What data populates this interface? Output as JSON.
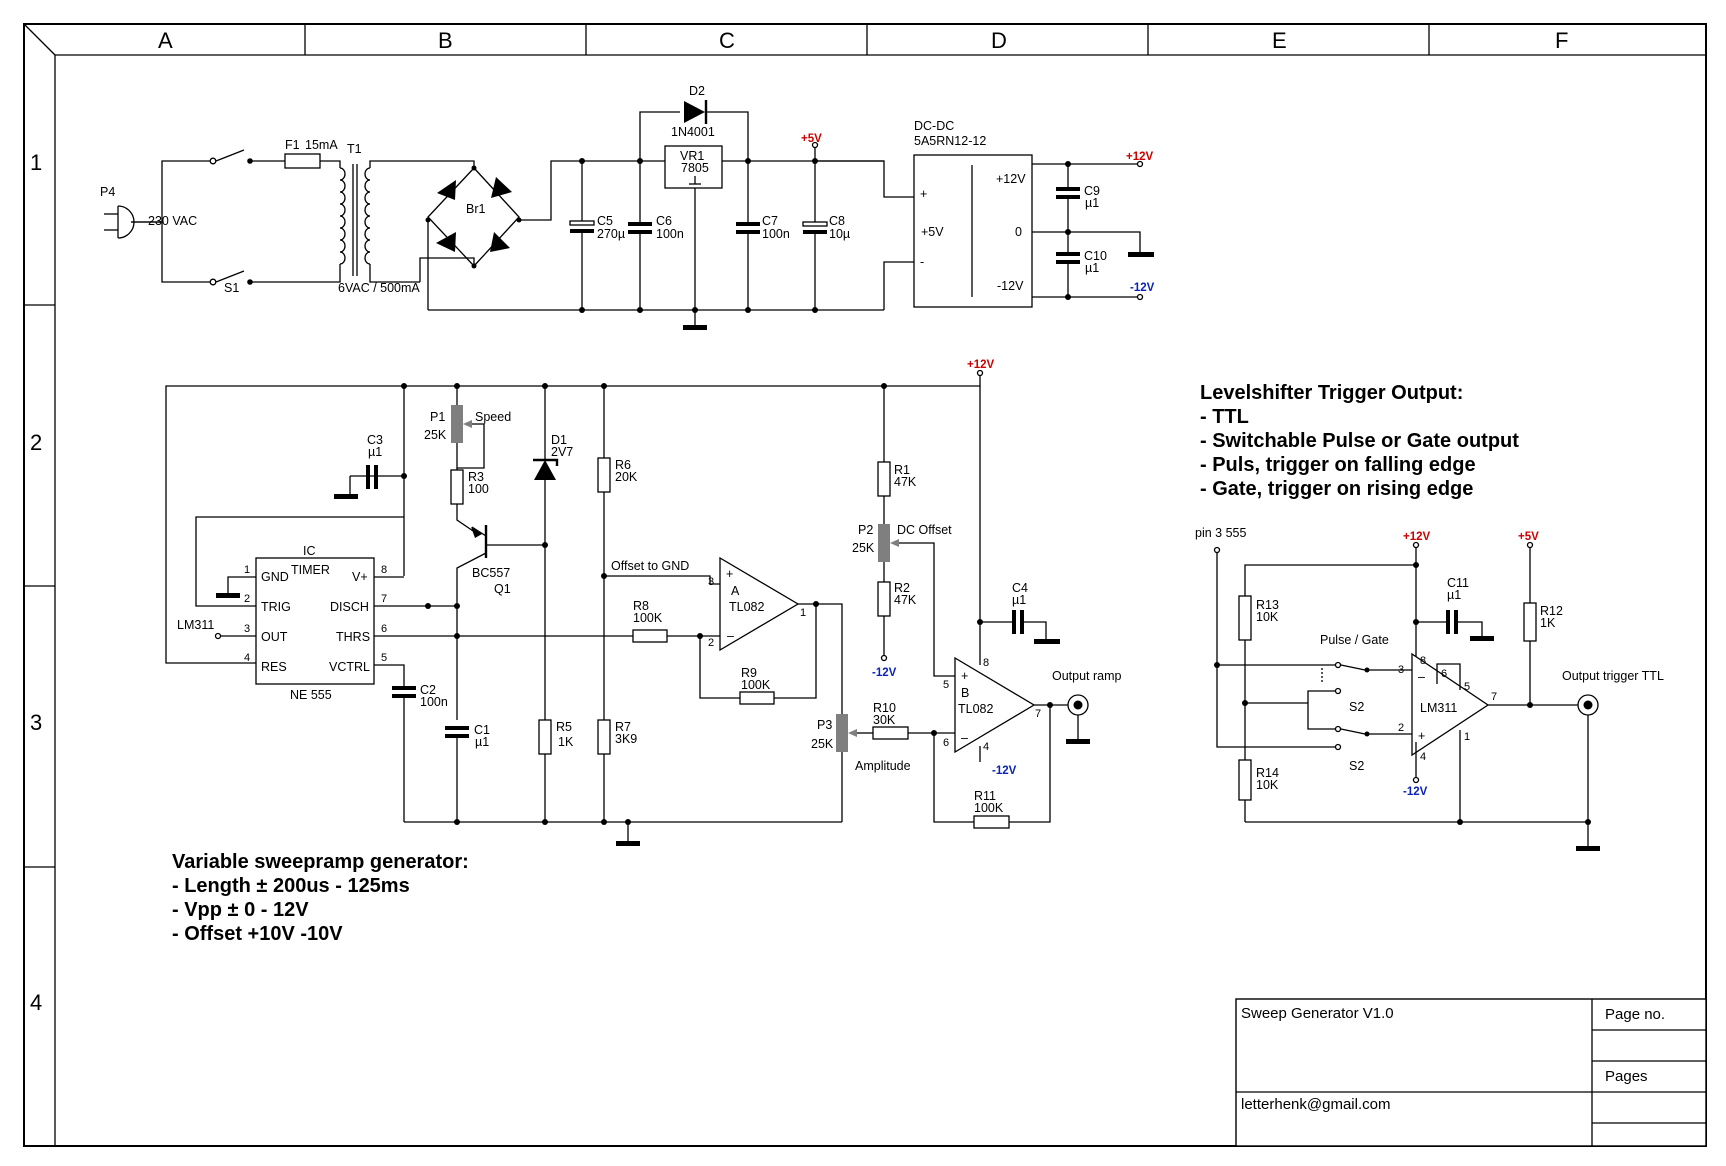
{
  "frame": {
    "columns": [
      "A",
      "B",
      "C",
      "D",
      "E",
      "F"
    ],
    "rows": [
      "1",
      "2",
      "3",
      "4"
    ]
  },
  "rails": {
    "p5v": "+5V",
    "p12v": "+12V",
    "m12v": "-12V"
  },
  "rail_colors": {
    "positive": "#cc0000",
    "negative": "#0a22b8"
  },
  "power_supply": {
    "plug": "P4",
    "mains": "230 VAC",
    "fuse": "F1",
    "fuse_value": "15mA",
    "transformer": "T1",
    "transformer_value": "6VAC / 500mA",
    "switch": "S1",
    "bridge": "Br1",
    "c5": "C5",
    "c5_value": "270µ",
    "c6": "C6",
    "c6_value": "100n",
    "regulator": "VR1",
    "regulator_type": "7805",
    "diode": "D2",
    "diode_type": "1N4001",
    "c7": "C7",
    "c7_value": "100n",
    "c8": "C8",
    "c8_value": "10µ",
    "dcdc_title": "DC-DC",
    "dcdc_part": "5A5RN12-12",
    "dcdc_plus": "+",
    "dcdc_minus": "-",
    "dcdc_in": "+5V",
    "dcdc_out_pos": "+12V",
    "dcdc_out_zero": "0",
    "dcdc_out_neg": "-12V",
    "c9": "C9",
    "c9_value": "µ1",
    "c10": "C10",
    "c10_value": "µ1"
  },
  "sweep": {
    "p1": "P1",
    "p1_value": "25K",
    "p1_name": "Speed",
    "c3": "C3",
    "c3_value": "µ1",
    "r3": "R3",
    "r3_value": "100",
    "d1": "D1",
    "d1_value": "2V7",
    "q1": "Q1",
    "q1_type": "BC557",
    "ic_title": "IC",
    "ic_name": "TIMER",
    "ic_type": "NE 555",
    "pin_gnd": "GND",
    "pin_trig": "TRIG",
    "pin_out": "OUT",
    "pin_res": "RES",
    "pin_vp": "V+",
    "pin_disch": "DISCH",
    "pin_thrs": "THRS",
    "pin_vctrl": "VCTRL",
    "n1": "1",
    "n2": "2",
    "n3": "3",
    "n4": "4",
    "n5": "5",
    "n6": "6",
    "n7": "7",
    "n8": "8",
    "lm311_ref": "LM311",
    "c2": "C2",
    "c2_value": "100n",
    "c1": "C1",
    "c1_value": "µ1",
    "r5": "R5",
    "r5_value": "1K",
    "r6": "R6",
    "r6_value": "20K",
    "r7": "R7",
    "r7_value": "3K9",
    "offset_gnd": "Offset to GND",
    "r8": "R8",
    "r8_value": "100K",
    "opa": "A",
    "opa_type": "TL082",
    "r9": "R9",
    "r9_value": "100K",
    "p3": "P3",
    "p3_value": "25K",
    "p3_name": "Amplitude",
    "r10": "R10",
    "r10_value": "30K",
    "r1": "R1",
    "r1_value": "47K",
    "p2": "P2",
    "p2_value": "25K",
    "p2_name": "DC Offset",
    "r2": "R2",
    "r2_value": "47K",
    "opb": "B",
    "opb_type": "TL082",
    "c4": "C4",
    "c4_value": "µ1",
    "r11": "R11",
    "r11_value": "100K",
    "out_ramp": "Output ramp",
    "plus": "+",
    "minus": "–"
  },
  "notes_left": {
    "title": "Variable sweepramp generator:",
    "lines": [
      "- Length ± 200us - 125ms",
      "- Vpp ± 0 - 12V",
      "- Offset +10V -10V"
    ]
  },
  "notes_right": {
    "title": "Levelshifter Trigger Output:",
    "lines": [
      "- TTL",
      "- Switchable Pulse or Gate output",
      "- Puls, trigger on falling edge",
      "- Gate, trigger on rising edge"
    ]
  },
  "trigger": {
    "pin3": "pin 3 555",
    "r13": "R13",
    "r13_value": "10K",
    "r14": "R14",
    "r14_value": "10K",
    "switch_name": "Pulse / Gate",
    "s2": "S2",
    "c11": "C11",
    "c11_value": "µ1",
    "comparator": "LM311",
    "r12": "R12",
    "r12_value": "1K",
    "out_ttl": "Output trigger TTL"
  },
  "title_block": {
    "title": "Sweep Generator V1.0",
    "author": "letterhenk@gmail.com",
    "page_no": "Page no.",
    "pages": "Pages"
  }
}
